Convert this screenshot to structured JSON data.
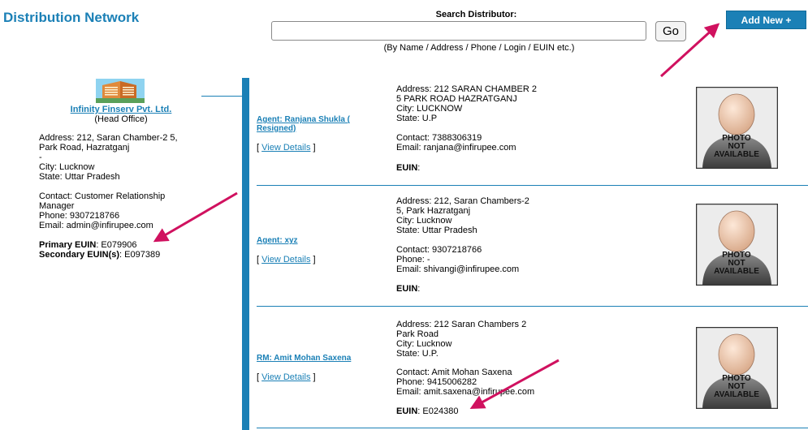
{
  "header": {
    "title": "Distribution Network",
    "search_label": "Search Distributor:",
    "search_value": "",
    "go_label": "Go",
    "search_hint": "(By Name / Address / Phone / Login / EUIN etc.)",
    "add_new_label": "Add New +"
  },
  "head_office": {
    "name": "Infinity Finserv Pvt. Ltd.",
    "subtitle": "(Head Office)",
    "address_line1": "Address: 212, Saran Chamber-2 5,",
    "address_line2": "Park Road, Hazratganj",
    "address_line3": "-",
    "city": "City: Lucknow",
    "state": "State: Uttar Pradesh",
    "contact_line1": "Contact: Customer Relationship",
    "contact_line2": "Manager",
    "phone": "Phone: 9307218766",
    "email": "Email: admin@infirupee.com",
    "primary_euin_label": "Primary EUIN",
    "primary_euin_value": ": E079906",
    "secondary_euin_label": "Secondary EUIN(s)",
    "secondary_euin_value": ": E097389"
  },
  "agents": [
    {
      "name_line1": "Agent:  Ranjana Shukla (",
      "name_line2": "Resigned)",
      "view_details": "View Details",
      "address_line1": "Address: 212 SARAN CHAMBER 2",
      "address_line2": "5 PARK ROAD HAZRATGANJ",
      "city": "City: LUCKNOW",
      "state": "State: U.P",
      "contact": "Contact: 7388306319",
      "email": "Email: ranjana@infirupee.com",
      "euin_label": "EUIN",
      "euin_value": ":"
    },
    {
      "name_line1": "Agent:  xyz",
      "view_details": "View Details",
      "address_line1": "Address: 212, Saran Chambers-2",
      "address_line2": "5, Park Hazratganj",
      "city": "City: Lucknow",
      "state": "State: Uttar Pradesh",
      "contact": "Contact: 9307218766",
      "phone": "Phone: -",
      "email": "Email: shivangi@infirupee.com",
      "euin_label": "EUIN",
      "euin_value": ":"
    },
    {
      "name_line1": "RM:  Amit Mohan Saxena",
      "view_details": "View Details",
      "address_line1": "Address: 212 Saran Chambers 2",
      "address_line2": "Park Road",
      "city": "City: Lucknow",
      "state": "State: U.P.",
      "contact": "Contact: Amit Mohan Saxena",
      "phone": "Phone: 9415006282",
      "email": "Email: amit.saxena@infirupee.com",
      "euin_label": "EUIN",
      "euin_value": ": E024380"
    }
  ],
  "photo_placeholder": {
    "line1": "PHOTO",
    "line2": "NOT",
    "line3": "AVAILABLE"
  },
  "colors": {
    "brand_blue": "#1b80b6",
    "arrow": "#d0115f"
  },
  "icons": {
    "logo": "building-logo-icon",
    "photo": "photo-not-available-icon",
    "arrow": "annotation-arrow-icon"
  }
}
